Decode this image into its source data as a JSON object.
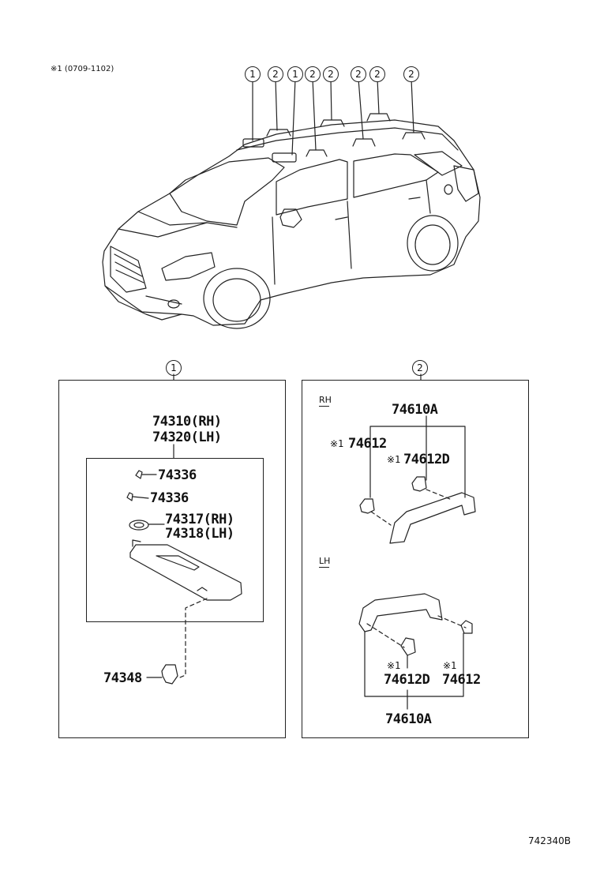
{
  "header_note": "※1 (0709-1102)",
  "callouts_top": [
    "1",
    "2",
    "1",
    "2",
    "2",
    "2",
    "2",
    "2"
  ],
  "section1": {
    "callout": "1",
    "part_visor_rh": "74310(RH)",
    "part_visor_lh": "74320(LH)",
    "part_clip_a": "74336",
    "part_clip_b": "74336",
    "part_holder_rh": "74317(RH)",
    "part_holder_lh": "74318(LH)",
    "part_bracket": "74348"
  },
  "section2": {
    "callout": "2",
    "rh_label": "RH",
    "lh_label": "LH",
    "rh_assembly": "74610A",
    "rh_mark_a": "※1",
    "rh_part_a": "74612",
    "rh_mark_b": "※1",
    "rh_part_b": "74612D",
    "lh_mark_a": "※1",
    "lh_part_a": "74612D",
    "lh_mark_b": "※1",
    "lh_part_b": "74612",
    "lh_assembly": "74610A"
  },
  "diagram_code": "742340B"
}
